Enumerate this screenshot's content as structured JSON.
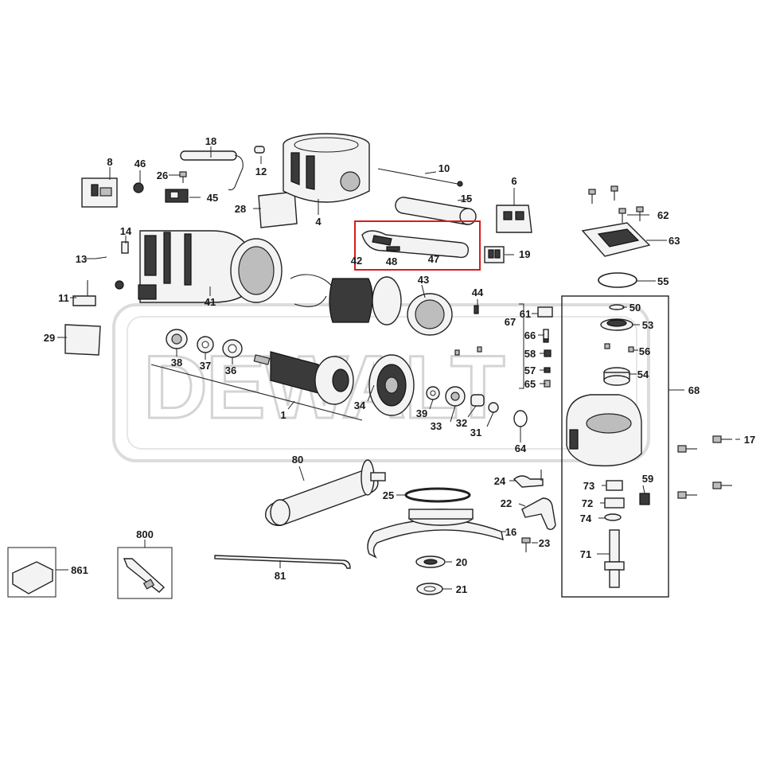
{
  "watermark": "DEWALT",
  "highlight_color": "#d81c1c",
  "labels": {
    "p1": "1",
    "p6": "6",
    "p8": "8",
    "p10": "10",
    "p11": "11",
    "p12": "12",
    "p13": "13",
    "p14": "14",
    "p15": "15",
    "p16": "16",
    "p17": "17",
    "p18": "18",
    "p19": "19",
    "p20": "20",
    "p21": "21",
    "p22": "22",
    "p23": "23",
    "p24": "24",
    "p25": "25",
    "p26": "26",
    "p28": "28",
    "p29": "29",
    "p31": "31",
    "p32": "32",
    "p33": "33",
    "p34": "34",
    "p36": "36",
    "p37": "37",
    "p38": "38",
    "p39": "39",
    "p41": "41",
    "p42": "42",
    "p43": "43",
    "p44": "44",
    "p45": "45",
    "p46": "46",
    "p47": "47",
    "p48": "48",
    "p4": "4",
    "p50": "50",
    "p53": "53",
    "p54": "54",
    "p55": "55",
    "p56": "56",
    "p57": "57",
    "p58": "58",
    "p59": "59",
    "p61": "61",
    "p62": "62",
    "p63": "63",
    "p64": "64",
    "p65": "65",
    "p66": "66",
    "p67": "67",
    "p68": "68",
    "p71": "71",
    "p72": "72",
    "p73": "73",
    "p74": "74",
    "p80": "80",
    "p81": "81",
    "p800": "800",
    "p861": "861"
  }
}
